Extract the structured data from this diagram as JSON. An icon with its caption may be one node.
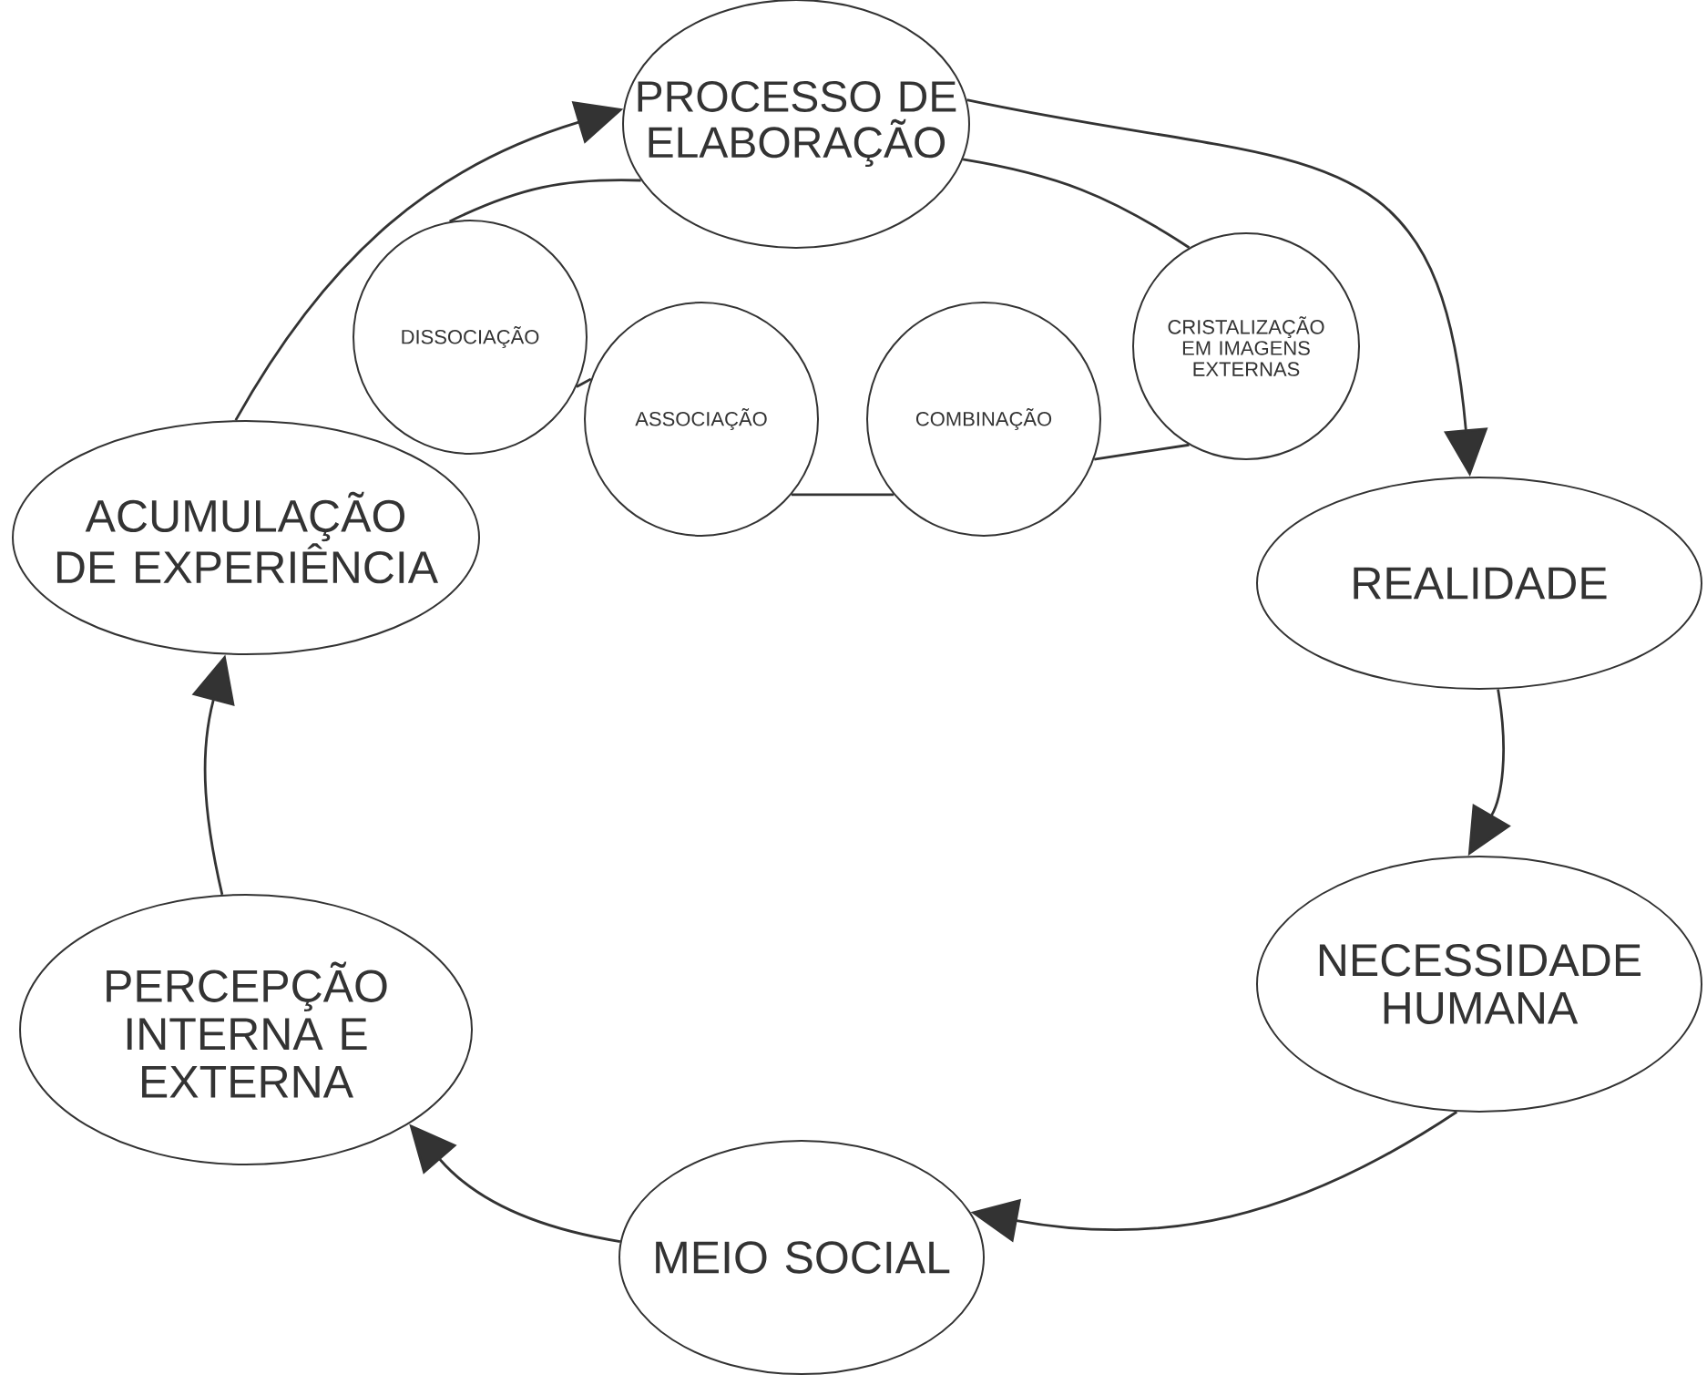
{
  "diagram": {
    "nodes": [
      {
        "text": [
          "PROCESSO DE ELABORAÇÃO"
        ]
      },
      {
        "text": [
          "DISSOCIAÇÃO"
        ]
      },
      {
        "text": [
          "ASSOCIAÇÃO"
        ]
      },
      {
        "text": [
          "COMBINAÇÃO"
        ]
      },
      {
        "text": [
          "CRISTALIZAÇÃO EM IMAGENS EXTERNAS"
        ]
      },
      {
        "text": [
          "ACUMULAÇÃO DE EXPERIÊNCIA"
        ]
      },
      {
        "text": [
          "REALIDADE"
        ]
      },
      {
        "text": [
          "NECESSIDADE HUMANA"
        ]
      },
      {
        "text": [
          "MEIO SOCIAL"
        ]
      },
      {
        "text": [
          "PERCEPÇÃO INTERNA E EXTERNA"
        ]
      }
    ],
    "edges": [
      {
        "from": 5,
        "to": 0,
        "arrow": "to"
      },
      {
        "from": 0,
        "to": 6,
        "arrow": "to"
      },
      {
        "from": 6,
        "to": 7,
        "arrow": "to"
      },
      {
        "from": 7,
        "to": 8,
        "arrow": "to"
      },
      {
        "from": 8,
        "to": 9,
        "arrow": "to"
      },
      {
        "from": 9,
        "to": 5,
        "arrow": "to"
      },
      {
        "from": 0,
        "to": 1,
        "arrow": "none"
      },
      {
        "from": 1,
        "to": 2,
        "arrow": "none"
      },
      {
        "from": 2,
        "to": 3,
        "arrow": "none"
      },
      {
        "from": 3,
        "to": 4,
        "arrow": "none"
      },
      {
        "from": 4,
        "to": 0,
        "arrow": "none"
      }
    ]
  }
}
